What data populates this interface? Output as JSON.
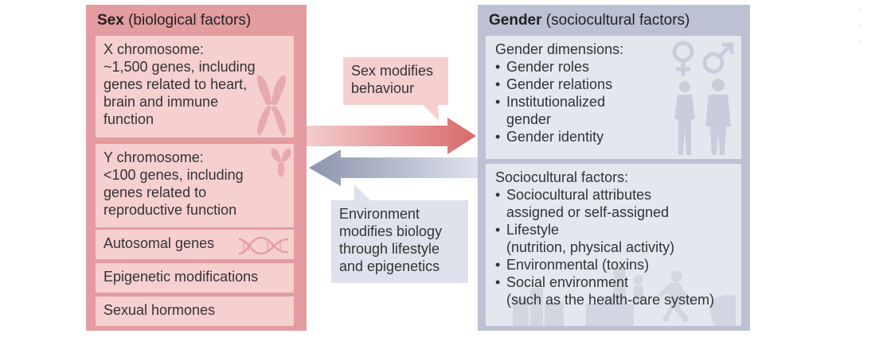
{
  "sex_panel": {
    "title_bold": "Sex",
    "title_rest": " (biological factors)",
    "boxes": [
      {
        "title": "X chromosome:",
        "text": "~1,500 genes, including\ngenes related to heart,\nbrain and immune\nfunction",
        "icon": "x-chromosome-icon"
      },
      {
        "title": "Y chromosome:",
        "text": "<100 genes, including\ngenes related to\nreproductive function",
        "icon": "y-chromosome-icon"
      },
      {
        "title": "Autosomal genes",
        "icon": "dna-helix-icon"
      },
      {
        "title": "Epigenetic modifications"
      },
      {
        "title": "Sexual hormones"
      }
    ]
  },
  "gender_panel": {
    "title_bold": "Gender",
    "title_rest": " (sociocultural factors)",
    "dimensions": {
      "title": "Gender dimensions:",
      "items": [
        "Gender roles",
        "Gender relations",
        "Institutionalized\ngender",
        "Gender identity"
      ],
      "icons": [
        "female-symbol-icon",
        "male-symbol-icon",
        "female-silhouette-icon",
        "male-silhouette-icon"
      ]
    },
    "sociocultural": {
      "title": "Sociocultural factors:",
      "items": [
        "Sociocultural attributes\nassigned or self-assigned",
        "Lifestyle\n(nutrition, physical activity)",
        "Environmental (toxins)",
        "Social environment\n(such as the health-care system)"
      ],
      "icons": [
        "family-silhouette-icon",
        "cityscape-icon",
        "runner-icon",
        "bowl-icon"
      ]
    }
  },
  "callouts": {
    "sex_modifies": "Sex modifies\nbehaviour",
    "environment_modifies": "Environment\nmodifies biology\nthrough lifestyle\nand epigenetics"
  },
  "colors": {
    "sex_panel": "#e39ca0",
    "sex_box": "#f6cfcf",
    "gender_panel": "#bcc1d3",
    "gender_box": "#e5e7ef",
    "arrow_right_end": "#d96a6c",
    "arrow_left_end": "#8a94ad"
  }
}
